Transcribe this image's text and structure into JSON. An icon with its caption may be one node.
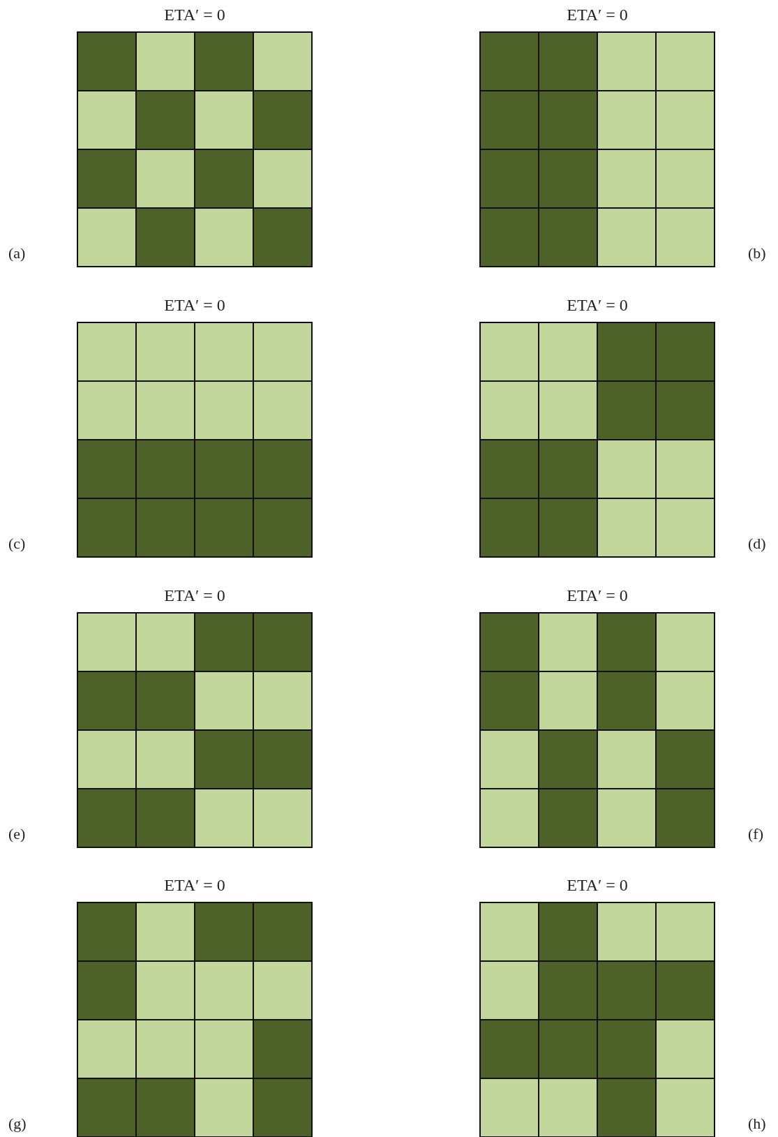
{
  "diagram": {
    "labels": [
      "ETA′ = 0",
      "ETA′ = 0",
      "(a)",
      "(b)",
      "ETA′ = 0",
      "ETA′ = 0",
      "(c)",
      "(d)",
      "ETA′ = 0",
      "ETA′ = 0",
      "(e)",
      "(f)",
      "ETA′ = 0",
      "ETA′ = 0",
      "(g)",
      "(h)"
    ]
  }
}
